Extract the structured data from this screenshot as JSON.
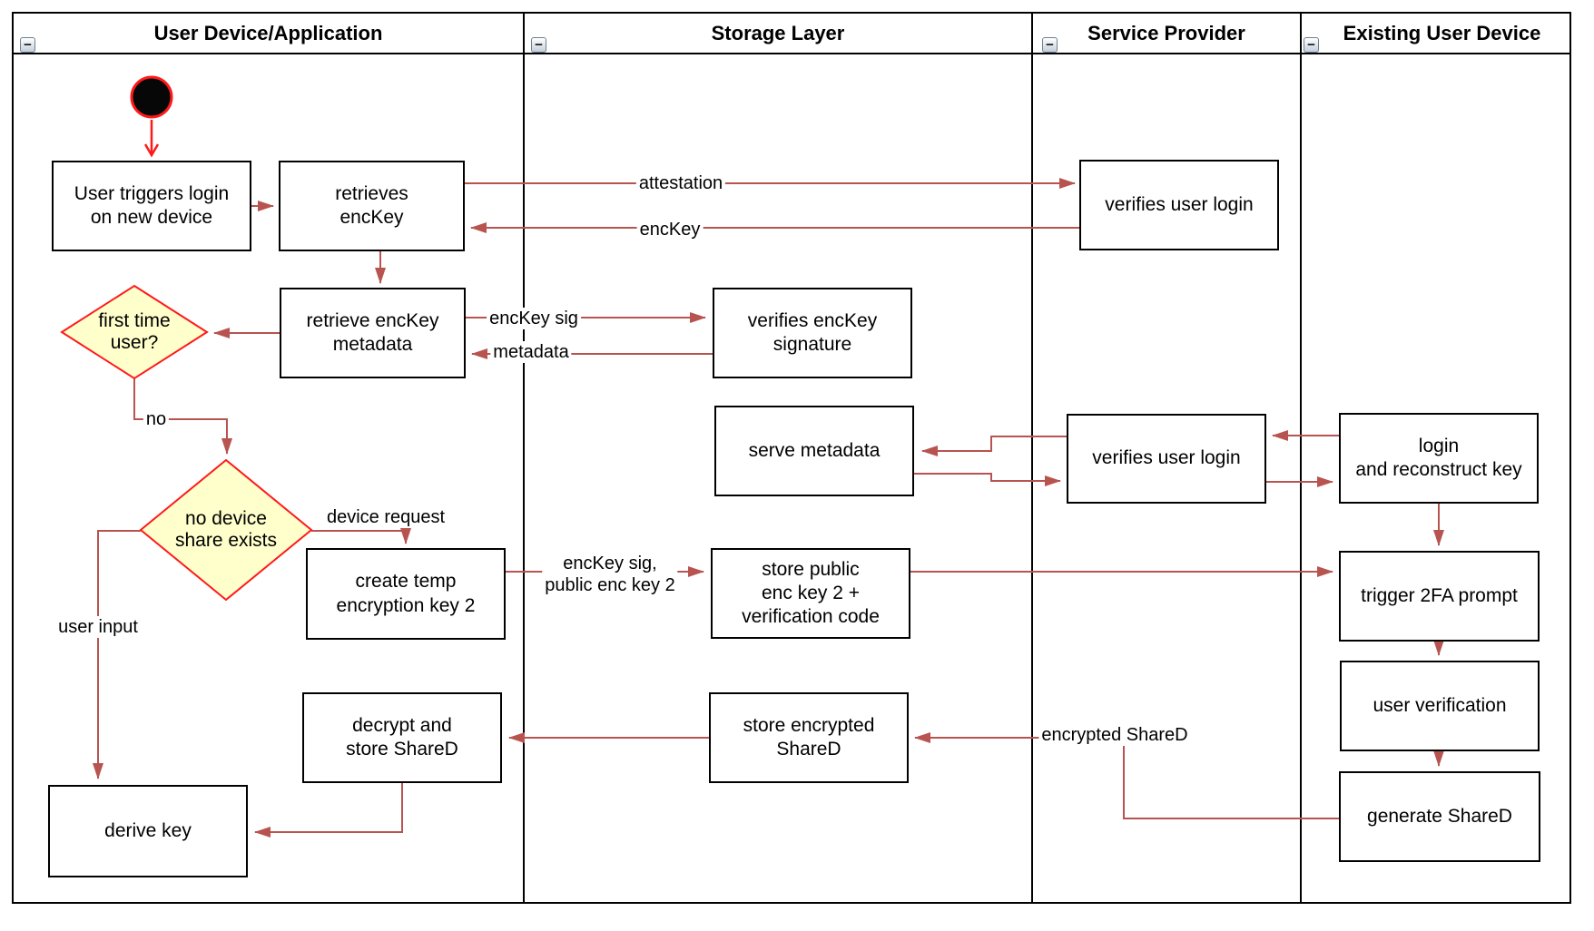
{
  "lanes": [
    {
      "title": "User Device/Application"
    },
    {
      "title": "Storage Layer"
    },
    {
      "title": "Service Provider"
    },
    {
      "title": "Existing User Device"
    }
  ],
  "collapse_glyph": "−",
  "nodes": {
    "user_triggers_login": "User triggers login\non new device",
    "retrieves_enckey": "retrieves\nencKey",
    "retrieve_enckey_metadata": "retrieve encKey\nmetadata",
    "verifies_enckey_signature": "verifies encKey\nsignature",
    "verifies_user_login_top": "verifies user login",
    "serve_metadata": "serve metadata",
    "verifies_user_login_mid": "verifies user login",
    "login_reconstruct_key": "login\nand reconstruct key",
    "create_temp_key": "create temp\nencryption key 2",
    "store_public_key": "store public\nenc key 2 +\nverification code",
    "trigger_2fa": "trigger 2FA prompt",
    "user_verification": "user verification",
    "generate_shared": "generate ShareD",
    "store_encrypted_shared": "store encrypted\nShareD",
    "decrypt_store_shared": "decrypt and\nstore ShareD",
    "derive_key": "derive key"
  },
  "decisions": {
    "first_time_user": "first time\nuser?",
    "no_device_share": "no device\nshare exists"
  },
  "edge_labels": {
    "attestation": "attestation",
    "enckey": "encKey",
    "enckey_sig": "encKey sig",
    "metadata": "metadata",
    "no": "no",
    "device_request": "device request",
    "enckey_sig_public": "encKey sig,\npublic enc key 2",
    "encrypted_shared": "encrypted ShareD",
    "user_input": "user input"
  },
  "colors": {
    "connector": "#B85450",
    "highlight": "#FF1A1A",
    "decision_fill": "#FFFFCC",
    "node_border": "#000000",
    "start_node_fill": "#070707"
  }
}
